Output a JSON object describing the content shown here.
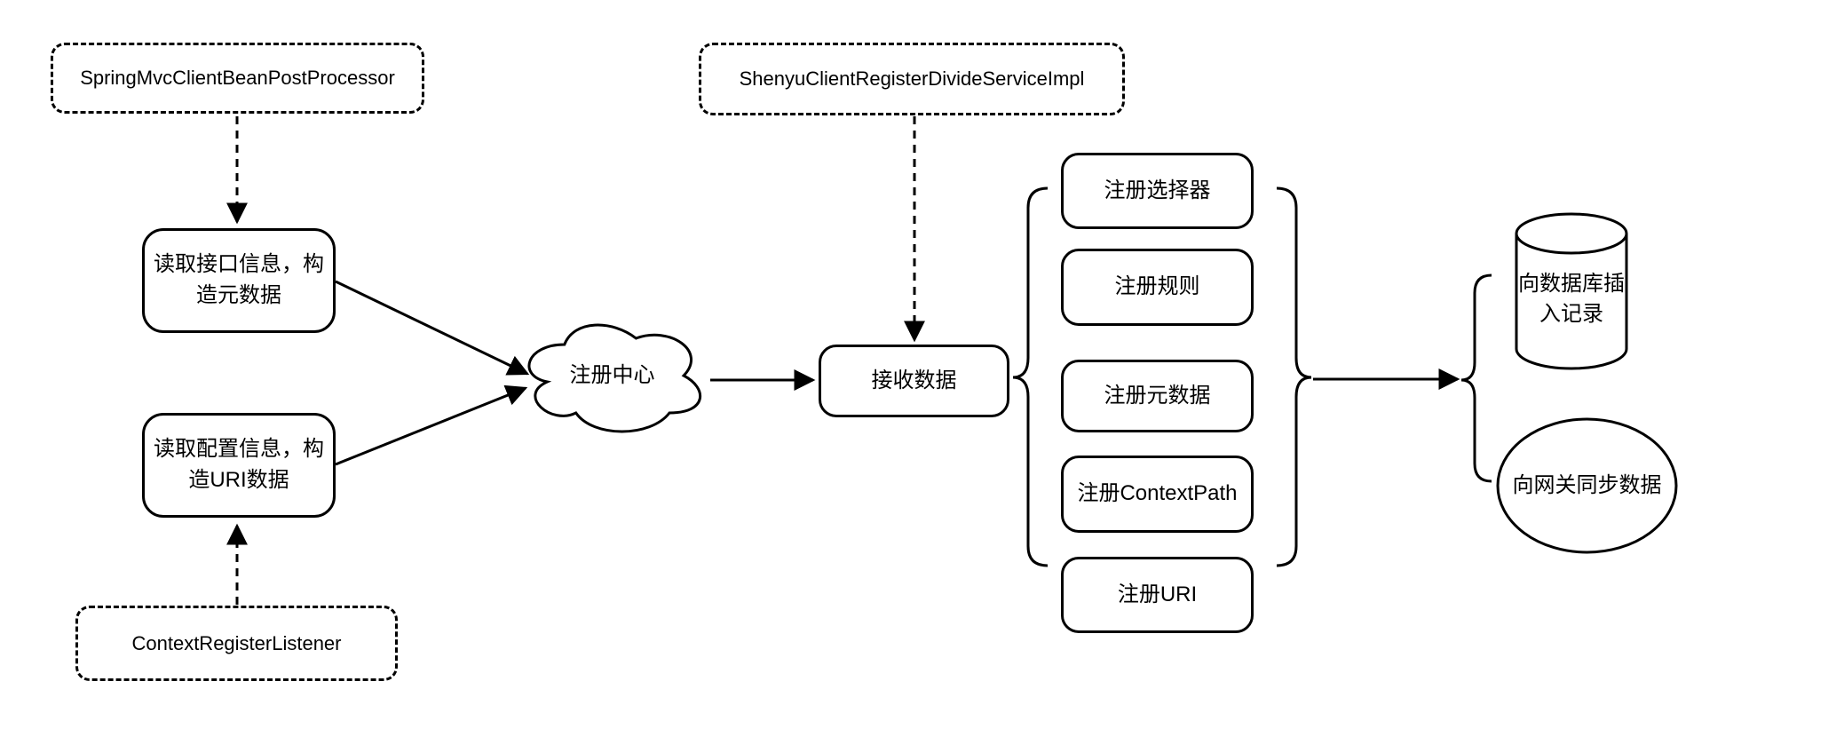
{
  "diagram": {
    "background_color": "#ffffff",
    "stroke_color": "#000000",
    "nodes": {
      "spring_mvc_processor": "SpringMvcClientBeanPostProcessor",
      "read_interface": "读取接口信息，构造元数据",
      "read_config": "读取配置信息，构造URI数据",
      "context_listener": "ContextRegisterListener",
      "registry_center": "注册中心",
      "shenyu_service": "ShenyuClientRegisterDivideServiceImpl",
      "receive_data": "接收数据",
      "register_selector": "注册选择器",
      "register_rule": "注册规则",
      "register_metadata": "注册元数据",
      "register_context_path": "注册ContextPath",
      "register_uri": "注册URI",
      "insert_database": "向数据库插入记录",
      "sync_gateway": "向网关同步数据"
    }
  }
}
